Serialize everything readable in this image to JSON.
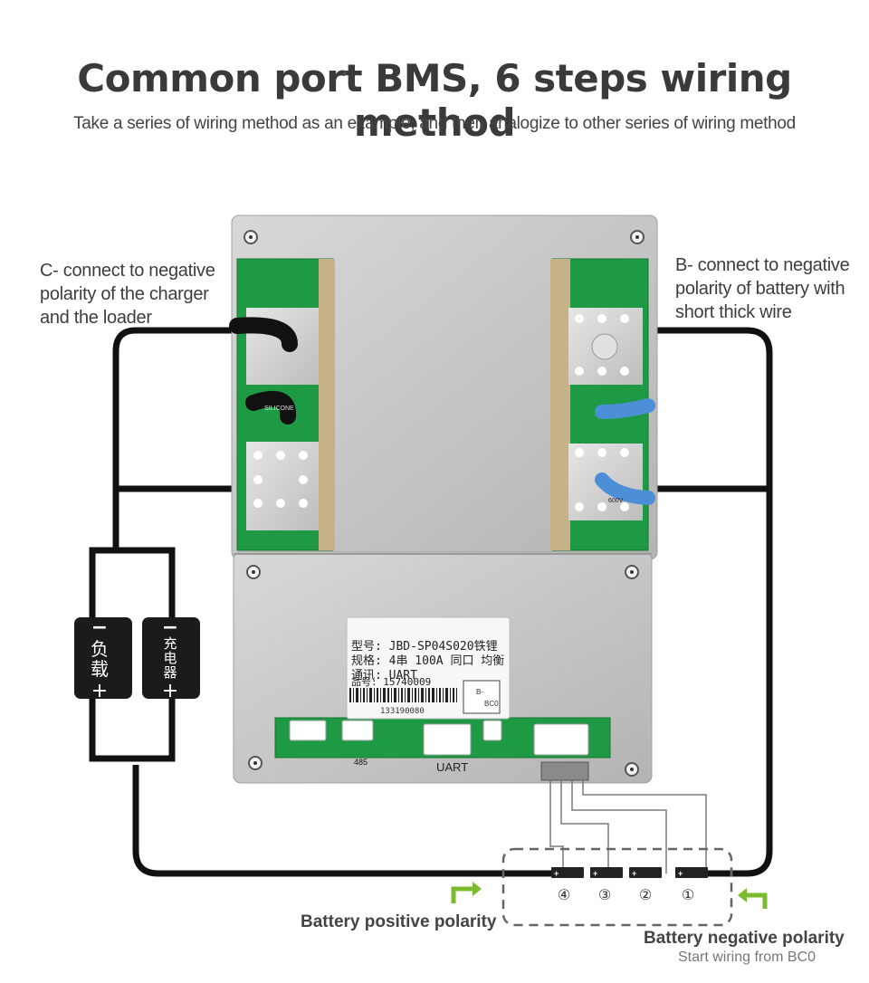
{
  "header": {
    "title": "Common port BMS, 6 steps wiring method",
    "subtitle": "Take a series of wiring method as an example, and then analogize to other series of wiring method"
  },
  "notes": {
    "c_note": [
      "C- connect to negative",
      "polarity of the charger",
      "and the loader"
    ],
    "b_note": [
      "B- connect to negative",
      "polarity of battery with",
      "short thick wire"
    ]
  },
  "devices": {
    "load": {
      "minus": "−",
      "name_chars": [
        "负",
        "载"
      ],
      "plus": "+"
    },
    "charger": {
      "minus": "−",
      "name_chars": [
        "充",
        "电",
        "器"
      ],
      "plus": "+"
    }
  },
  "board": {
    "sticker_lines": [
      "型号: JBD-SP04S020铁锂",
      "规格: 4串 100A 同口 均衡",
      "通讯: UART",
      "品号: 15740009"
    ],
    "barcode_number": "133190080",
    "qr_labels": [
      "B-",
      "BC0"
    ],
    "silicone_text": "SILICONE",
    "wire_text": "600V",
    "port_485": "485",
    "port_uart": "UART"
  },
  "battery": {
    "cell_numbers": [
      "④",
      "③",
      "②",
      "①"
    ],
    "cell_sign": "+"
  },
  "labels": {
    "positive": "Battery positive polarity",
    "negative": "Battery negative polarity",
    "start": "Start wiring from BC0"
  },
  "colors": {
    "pcb_green": "#1e9a45",
    "plate_silver": "#c9c9c9",
    "arrow_green": "#7dbb2e",
    "wire_black": "#111111",
    "blue_wire": "#4c8fd6"
  }
}
